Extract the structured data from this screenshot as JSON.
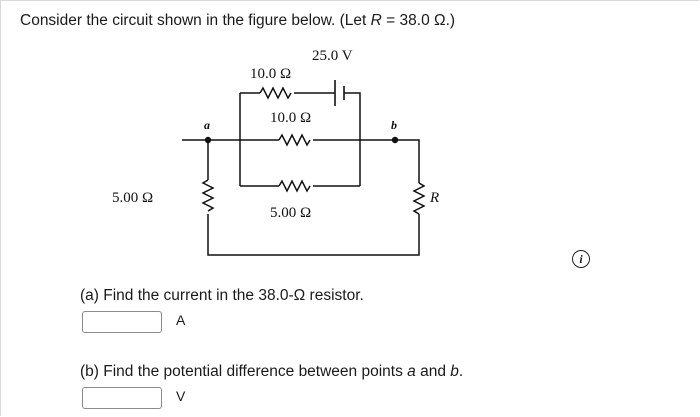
{
  "problem": {
    "intro": "Consider the circuit shown in the figure below. (Let ",
    "var": "R",
    "value": " = 38.0 Ω.)"
  },
  "circuit": {
    "battery_label": "25.0 V",
    "top_resistor_label": "10.0 Ω",
    "middle_resistor_label": "10.0 Ω",
    "bottom_resistor_label": "5.00 Ω",
    "left_resistor_label": "5.00 Ω",
    "right_resistor_label": "R",
    "node_a": "a",
    "node_b": "b"
  },
  "info_icon": "info-icon",
  "info_glyph": "i",
  "part_a": {
    "prefix": "(a) Find the current in the 38.0-Ω resistor.",
    "unit": "A",
    "value": ""
  },
  "part_b": {
    "prefix": "(b) Find the potential difference between points ",
    "var_a": "a",
    "and": " and ",
    "var_b": "b",
    "suffix": ".",
    "unit": "V",
    "value": ""
  }
}
